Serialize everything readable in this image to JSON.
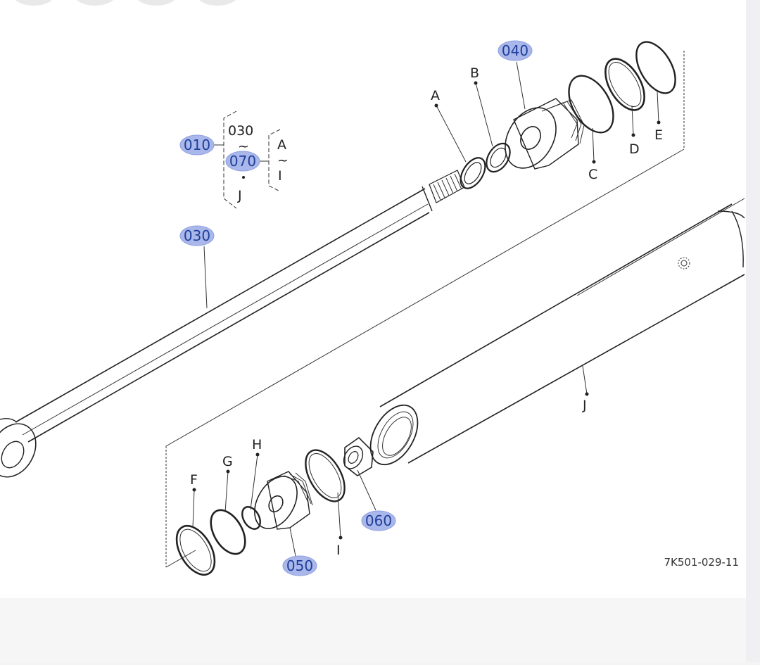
{
  "diagram": {
    "drawing_number": "7K501-029-11",
    "callouts": {
      "p010": "010",
      "p030": "030",
      "p040": "040",
      "p050": "050",
      "p060": "060",
      "p070": "070"
    },
    "bracket_text": {
      "outer_top": "030",
      "outer_tilde": "~",
      "outer_bottom": "J",
      "inner_top": "A",
      "inner_tilde": "~",
      "inner_bottom": "I"
    },
    "letters": {
      "A": "A",
      "B": "B",
      "C": "C",
      "D": "D",
      "E": "E",
      "F": "F",
      "G": "G",
      "H": "H",
      "I": "I",
      "J": "J"
    }
  },
  "colors": {
    "hotspot_fill": "#aab7ea",
    "hotspot_text": "#1e3f9a",
    "line": "#222222"
  }
}
